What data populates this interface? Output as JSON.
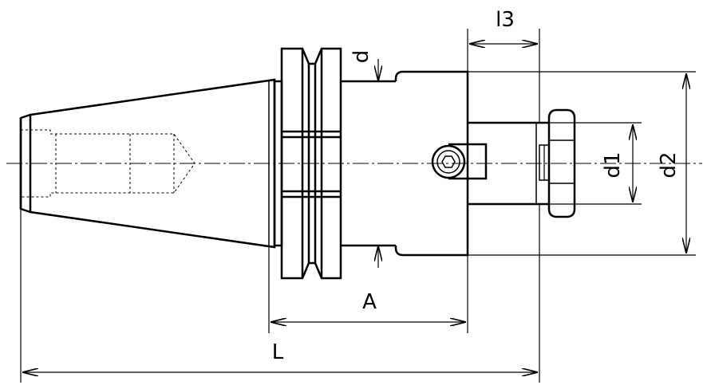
{
  "dimension_labels": {
    "l3": "l3",
    "d": "d",
    "d1": "d1",
    "d2": "d2",
    "A": "A",
    "L": "L"
  },
  "colors": {
    "stroke": "#000000",
    "background": "#ffffff"
  }
}
